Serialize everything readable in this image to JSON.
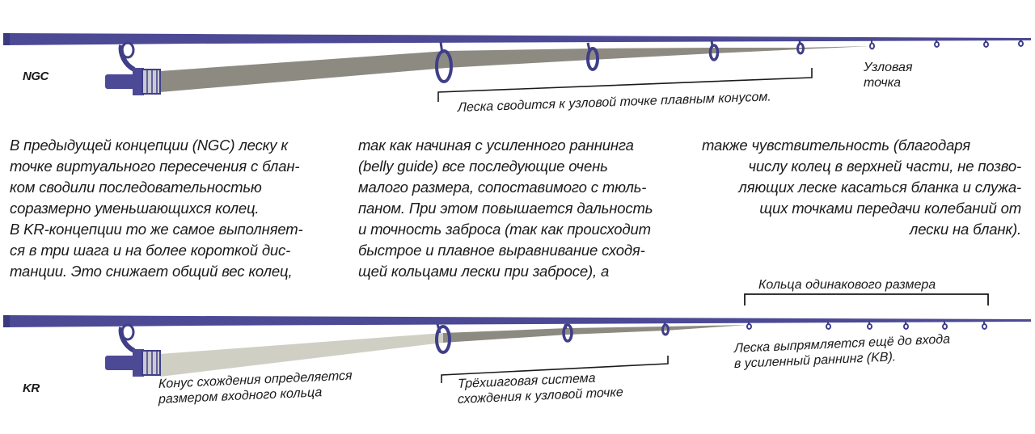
{
  "colors": {
    "rod_blue": "#4c4a94",
    "rod_dark": "#3b3a7e",
    "ring_blue": "#3f3e88",
    "cone_ngc": "#8d8b81",
    "cone_kr_light": "#cfcfc4",
    "cone_kr_dark": "#8d8b81",
    "text": "#1a1a1a"
  },
  "icons": [
    "fishing-rod-icon",
    "spinning-reel-icon",
    "rod-guide-icon"
  ],
  "ngc": {
    "label": "NGC",
    "knot_point_label": "Узловая\nточка",
    "cone_caption": "Леска сводится к узловой точке плавным конусом."
  },
  "kr": {
    "label": "KR",
    "entry_cone_caption": "Конус схождения определяется\nразмером входного кольца",
    "three_step_caption": "Трёхшаговая система\nсхождения к узловой точке",
    "straight_caption": "Леска выпрямляется ещё до входа\nв усиленный раннинг (KB).",
    "same_size_caption": "Кольца одинакового размера"
  },
  "text_columns": [
    {
      "lines": [
        "В предыдущей концепции (NGC) леску к",
        "точке виртуального пересечения с блан-",
        "ком сводили последовательностью",
        "соразмерно уменьшающихся колец.",
        "В KR-концепции то же самое выполняет-",
        "ся в три шага и на более короткой дис-",
        "танции. Это снижает общий вес колец,"
      ]
    },
    {
      "lines": [
        "так как начиная с усиленного раннинга",
        "(belly guide) все последующие очень",
        "малого размера, сопоставимого с тюль-",
        "паном. При этом повышается дальность",
        "и точность заброса (так как происходит",
        "быстрое и плавное выравнивание сходя-",
        "щей кольцами лески при забросе), а"
      ]
    },
    {
      "lines": [
        "также чувствительность (благодаря",
        "числу колец в верхней части, не позво-",
        "ляющих леске касаться бланка и служа-",
        "щих точками передачи колебаний от",
        "лески на бланк)."
      ]
    }
  ]
}
